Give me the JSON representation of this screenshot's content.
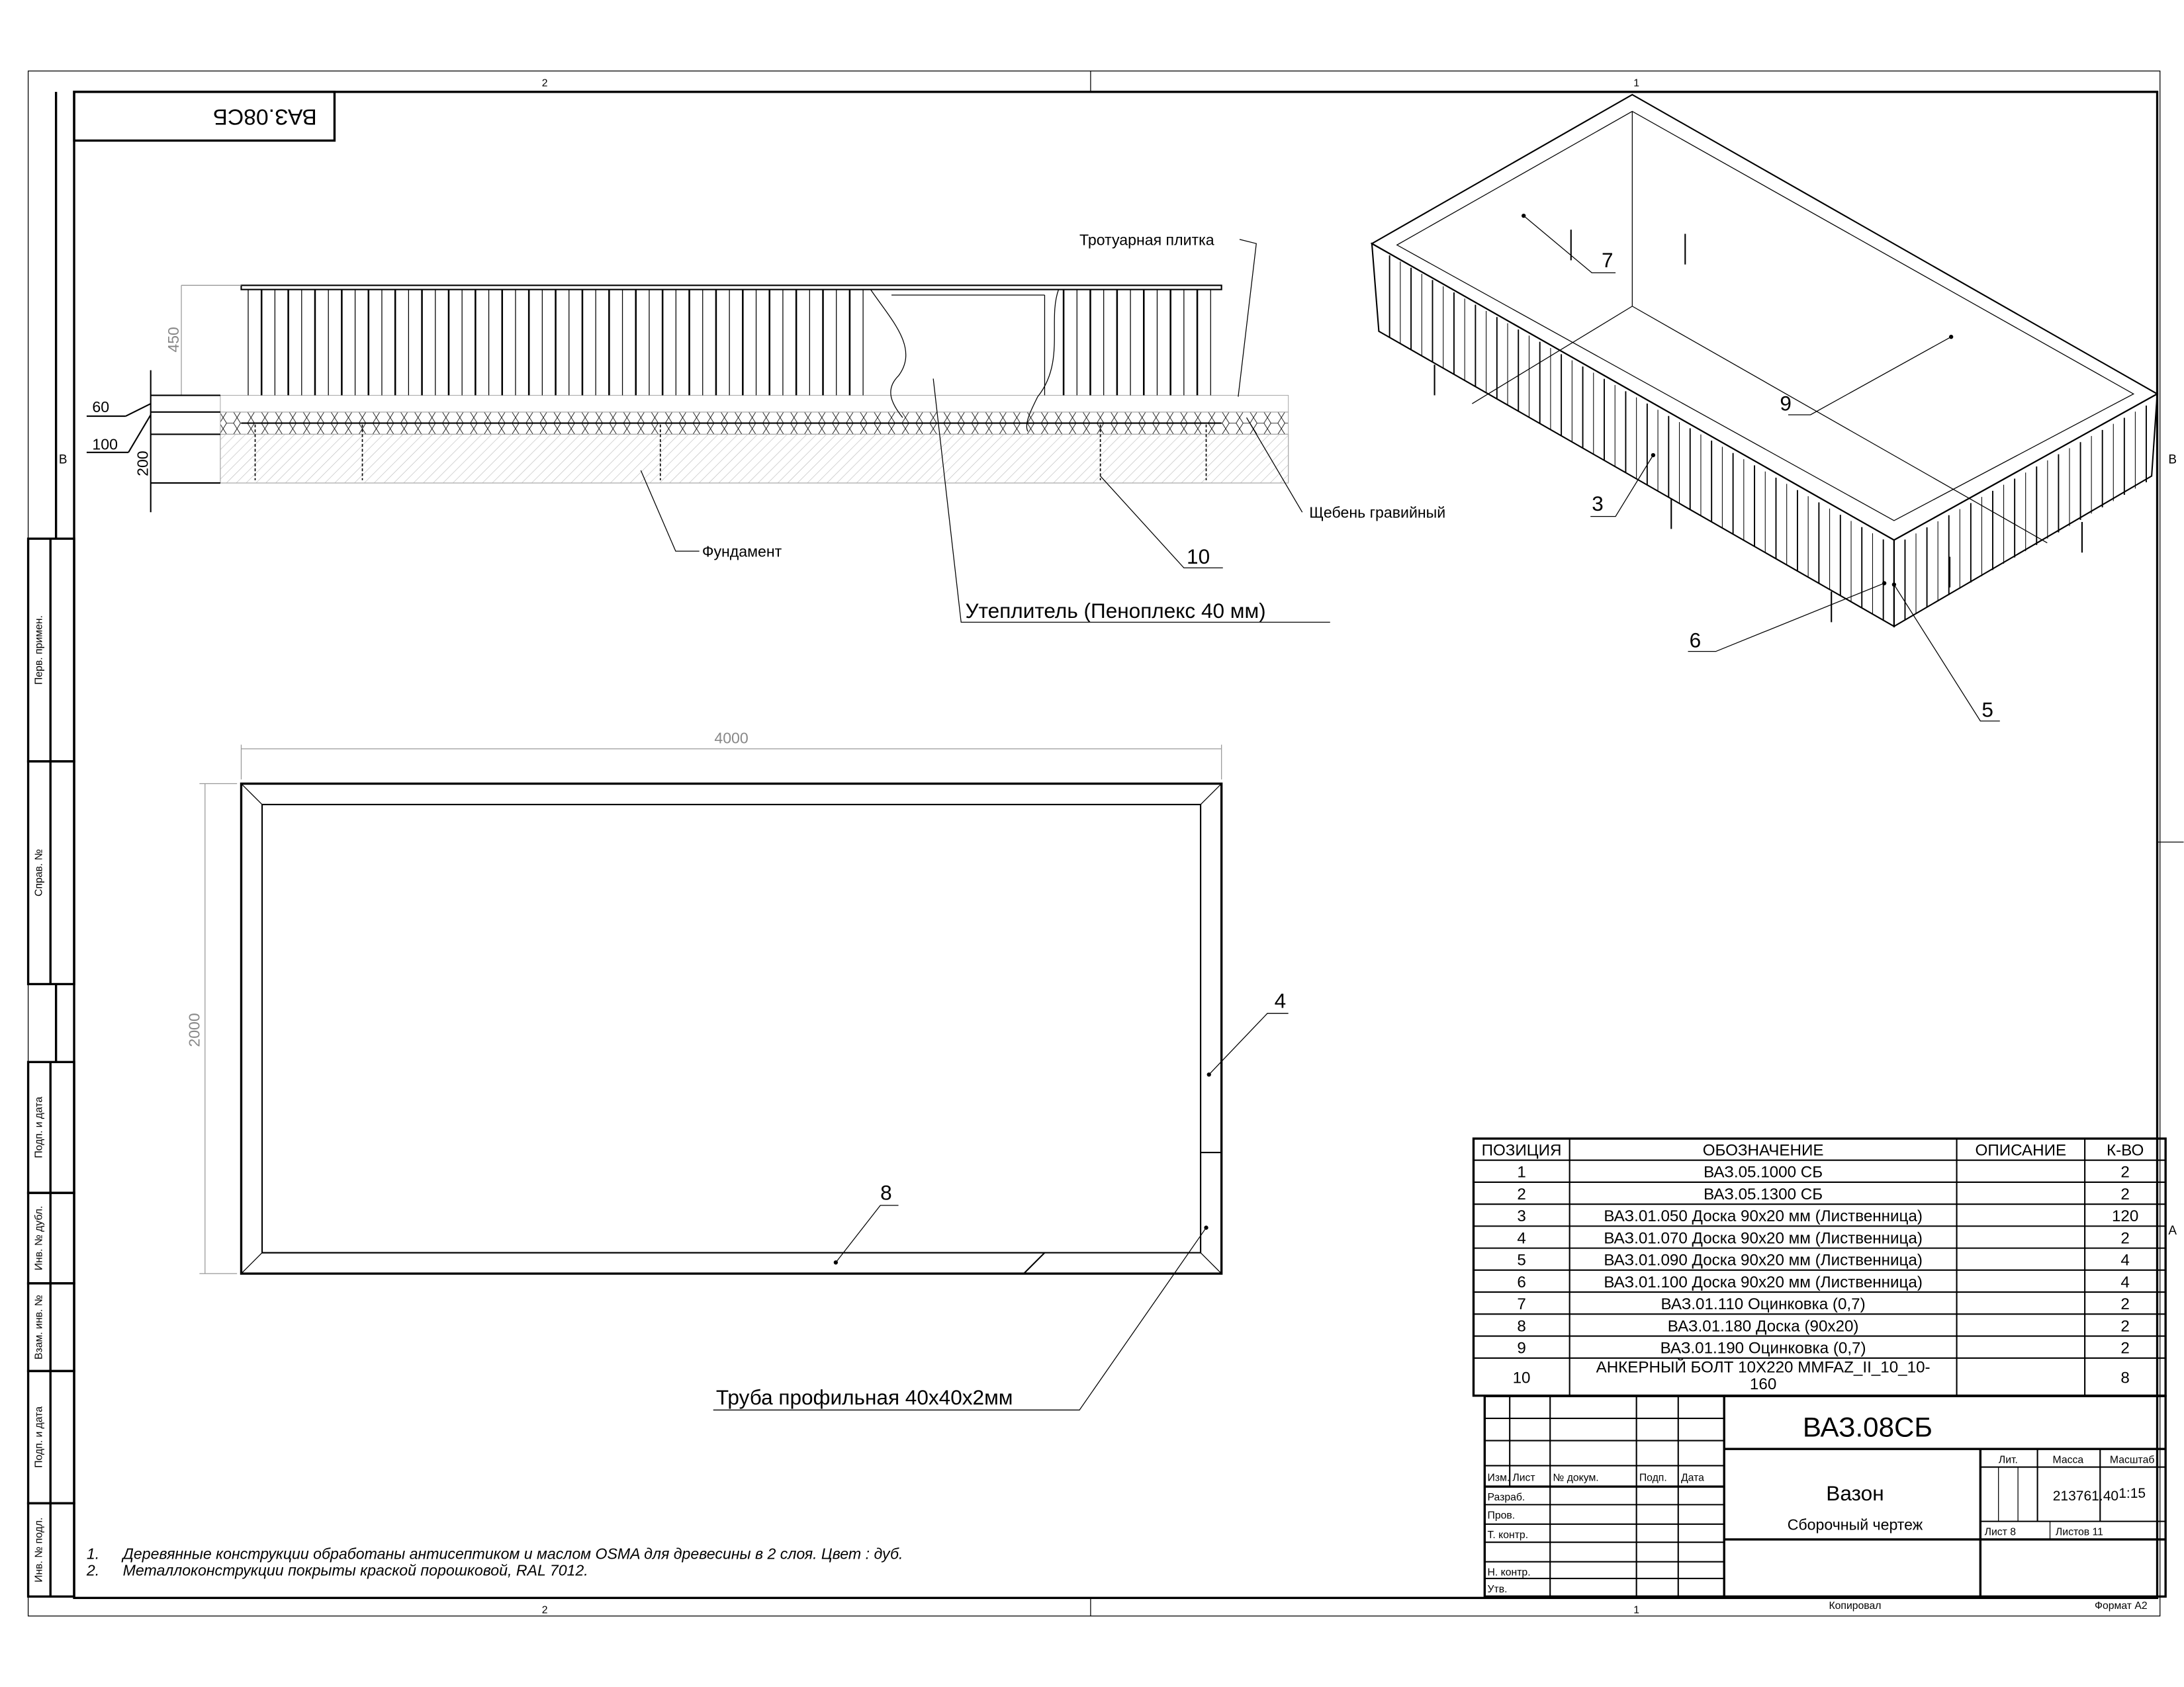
{
  "sheet": {
    "zone_columns": [
      "2",
      "1"
    ],
    "zone_rows": [
      "B",
      "A"
    ],
    "rotated_designation": "ВАЗ.08СБ",
    "copied_label": "Копировал",
    "format_label": "Формат A2"
  },
  "side_stamps": [
    "Перв. примен.",
    "Справ. №",
    "Подп. и дата",
    "Инв. № дубл.",
    "Взам. инв. №",
    "Подп. и дата",
    "Инв. № подл."
  ],
  "section_view": {
    "dims": {
      "height": "450",
      "paving": "60",
      "gravel": "100",
      "foundation": "200"
    },
    "labels": {
      "paving": "Тротуарная плитка",
      "gravel": "Щебень гравийный",
      "foundation": "Фундамент",
      "insulation": "Утеплитель (Пеноплекс 40 мм)",
      "anchor_pos": "10"
    }
  },
  "plan_view": {
    "dims": {
      "length": "4000",
      "width": "2000"
    },
    "labels": {
      "pos4": "4",
      "pos8": "8",
      "tube": "Труба профильная 40х40х2мм"
    }
  },
  "iso_view": {
    "labels": {
      "pos7": "7",
      "pos9": "9",
      "pos3": "3",
      "pos6": "6",
      "pos5": "5"
    }
  },
  "bom": {
    "headers": [
      "ПОЗИЦИЯ",
      "ОБОЗНАЧЕНИЕ",
      "ОПИСАНИЕ",
      "К-ВО"
    ],
    "rows": [
      {
        "pos": "1",
        "designation": "ВАЗ.05.1000 СБ",
        "description": "",
        "qty": "2"
      },
      {
        "pos": "2",
        "designation": "ВАЗ.05.1300 СБ",
        "description": "",
        "qty": "2"
      },
      {
        "pos": "3",
        "designation": "ВАЗ.01.050 Доска  90х20 мм (Лиственница)",
        "description": "",
        "qty": "120"
      },
      {
        "pos": "4",
        "designation": "ВАЗ.01.070 Доска 90х20 мм (Лиственница)",
        "description": "",
        "qty": "2"
      },
      {
        "pos": "5",
        "designation": "ВАЗ.01.090 Доска  90х20 мм (Лиственница)",
        "description": "",
        "qty": "4"
      },
      {
        "pos": "6",
        "designation": "ВАЗ.01.100 Доска  90х20 мм (Лиственница)",
        "description": "",
        "qty": "4"
      },
      {
        "pos": "7",
        "designation": "ВАЗ.01.110 Оцинковка  (0,7)",
        "description": "",
        "qty": "2"
      },
      {
        "pos": "8",
        "designation": "ВАЗ.01.180 Доска  (90х20)",
        "description": "",
        "qty": "2"
      },
      {
        "pos": "9",
        "designation": "ВАЗ.01.190 Оцинковка  (0,7)",
        "description": "",
        "qty": "2"
      },
      {
        "pos": "10",
        "designation": "АНКЕРНЫЙ БОЛТ 10Х220 MMFAZ_II_10_10-160",
        "designation_line1": "АНКЕРНЫЙ БОЛТ 10Х220 MMFAZ_II_10_10-",
        "designation_line2": "160",
        "description": "",
        "qty": "8"
      }
    ]
  },
  "title_block": {
    "designation": "ВАЗ.08СБ",
    "name": "Вазон",
    "doc_type": "Сборочный чертеж",
    "col_headers": [
      "Изм.",
      "Лист",
      "№ докум.",
      "Подп.",
      "Дата"
    ],
    "roles": [
      "Разраб.",
      "Пров.",
      "Т. контр.",
      "",
      "Н. контр.",
      "Утв."
    ],
    "lit_label": "Лит.",
    "mass_label": "Масса",
    "scale_label": "Масштаб",
    "mass_value": "213761.40",
    "scale_value": "1:15",
    "sheet_label": "Лист 8",
    "sheets_label": "Листов 11"
  },
  "notes": [
    {
      "num": "1.",
      "text": "Деревянные конструкции обработаны антисептиком и маслом OSMA для древесины в 2 слоя. Цвет : дуб."
    },
    {
      "num": "2.",
      "text": "Металлоконструкции покрыты краской порошковой, RAL 7012."
    }
  ]
}
